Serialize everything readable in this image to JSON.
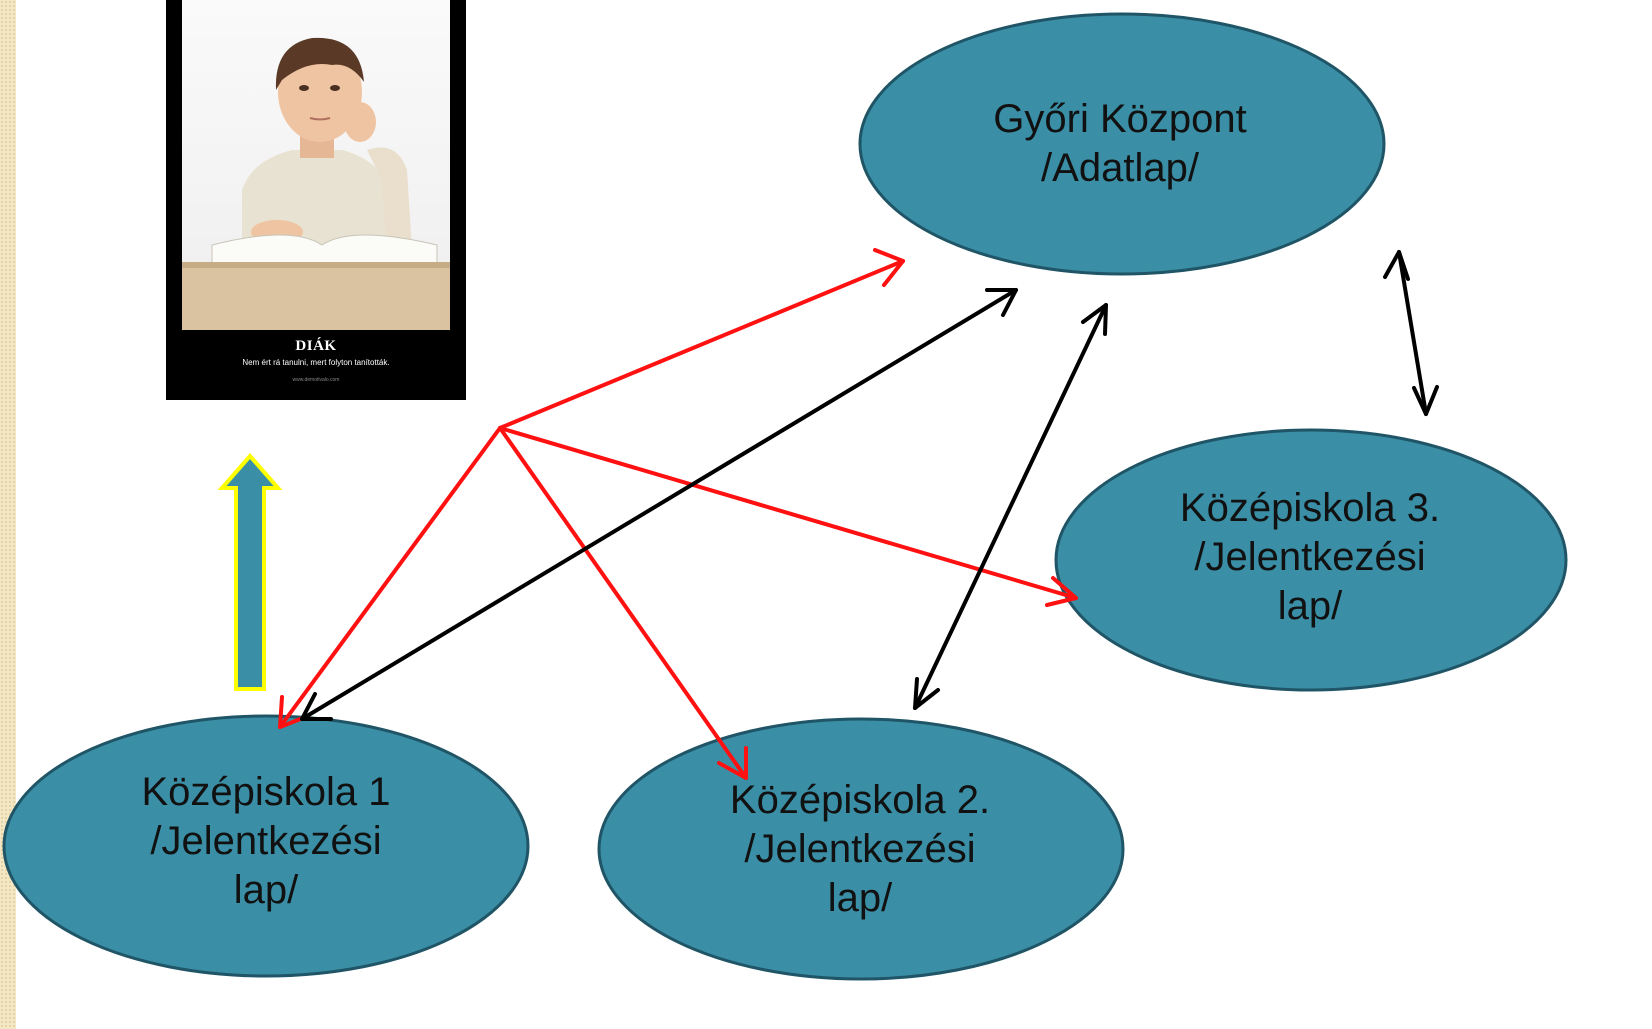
{
  "poster": {
    "title": "DIÁK",
    "subtitle": "Nem ért rá tanulni, mert folyton tanították.",
    "url": "www.demotivalo.com"
  },
  "nodes": {
    "gyor": {
      "line1": "Győri Központ",
      "line2": "/Adatlap/"
    },
    "k1": {
      "line1": "Középiskola 1",
      "line2": "/Jelentkezési",
      "line3": "lap/"
    },
    "k2": {
      "line1": "Középiskola 2.",
      "line2": "/Jelentkezési",
      "line3": "lap/"
    },
    "k3": {
      "line1": "Középiskola 3.",
      "line2": "/Jelentkezési",
      "line3": "lap/"
    }
  },
  "colors": {
    "node_fill": "#3a8fa6",
    "node_stroke": "#1f5566",
    "red_arrow": "#ff1111",
    "black_arrow": "#000000",
    "up_arrow_fill": "#3a8fa6",
    "up_arrow_stroke": "#ffff00"
  }
}
